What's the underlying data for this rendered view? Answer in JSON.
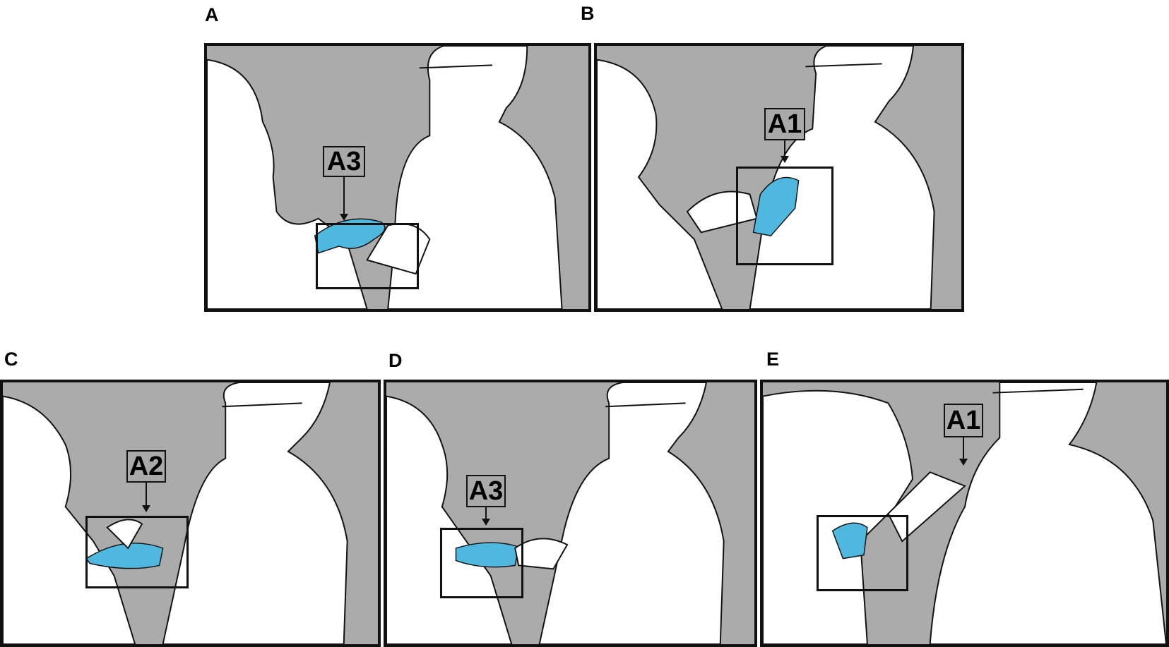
{
  "panels": [
    {
      "letter": "A",
      "callout": "A3"
    },
    {
      "letter": "B",
      "callout": "A1"
    },
    {
      "letter": "C",
      "callout": "A2"
    },
    {
      "letter": "D",
      "callout": "A3"
    },
    {
      "letter": "E",
      "callout": "A1"
    }
  ],
  "colors": {
    "background": "#ababab",
    "glove": "#4fb8de",
    "outline": "#111111",
    "figure": "#ffffff"
  }
}
